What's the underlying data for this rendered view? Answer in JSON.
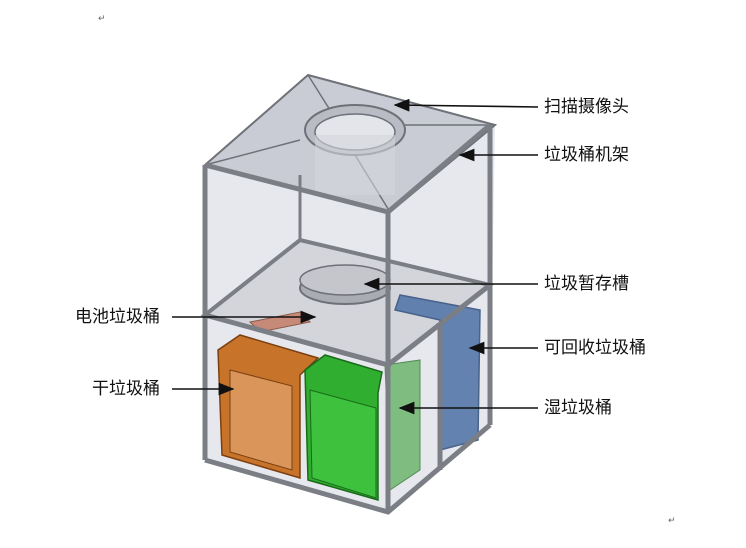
{
  "labels": {
    "camera": "扫描摄像头",
    "frame": "垃圾桶机架",
    "buffer_tray": "垃圾暂存槽",
    "battery_bin": "电池垃圾桶",
    "recyclable_bin": "可回收垃圾桶",
    "dry_bin": "干垃圾桶",
    "wet_bin": "湿垃圾桶"
  },
  "paragraph_mark": "↵",
  "colors": {
    "frame": "#8a8d93",
    "dry_bin": "#c8732a",
    "wet_bin": "#2fae2f",
    "recyclable_bin": "#5577aa",
    "battery_bin": "#c88a78"
  }
}
